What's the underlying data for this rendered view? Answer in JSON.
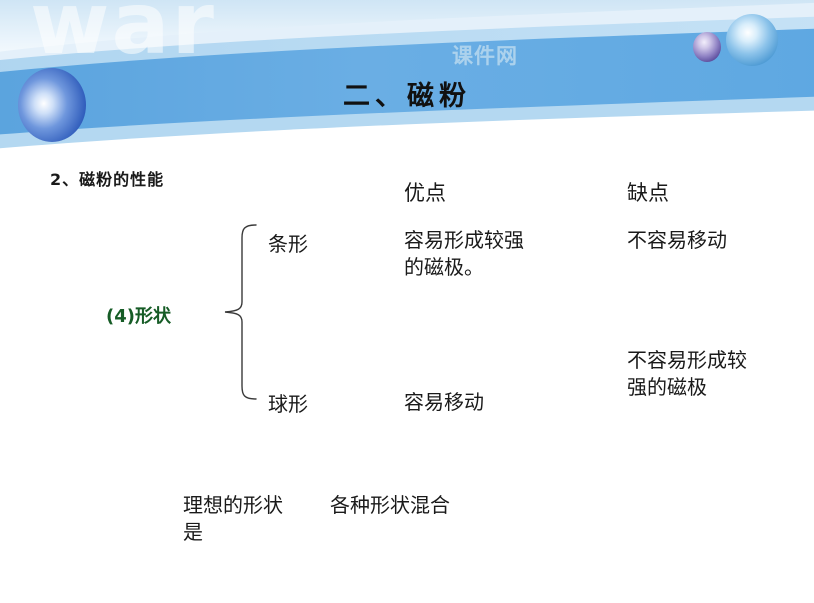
{
  "slide": {
    "title": "二、磁粉",
    "section_heading": "2、磁粉的性能",
    "watermark_top": "war",
    "watermark_band": "课件网"
  },
  "colors": {
    "banner_band": "#62a8e0",
    "banner_band_light": "#9fccec",
    "banner_pale": "#dceaf7",
    "group_label_green": "#165c26",
    "text": "#1a1a1a",
    "sphere_left": "#3f6fd0",
    "sphere_right_big": "#8fc4ea",
    "sphere_right_small": "#9b8fc9"
  },
  "table": {
    "group_label": "(4)形状",
    "column_headers": {
      "pros": "优点",
      "cons": "缺点"
    },
    "rows": [
      {
        "label": "条形",
        "pros": "容易形成较强的磁极。",
        "cons": "不容易移动"
      },
      {
        "label": "球形",
        "pros": "容易移动",
        "cons": "不容易形成较强的磁极"
      }
    ]
  },
  "footer": {
    "ideal_label": "理想的形状是",
    "ideal_value": "各种形状混合"
  }
}
